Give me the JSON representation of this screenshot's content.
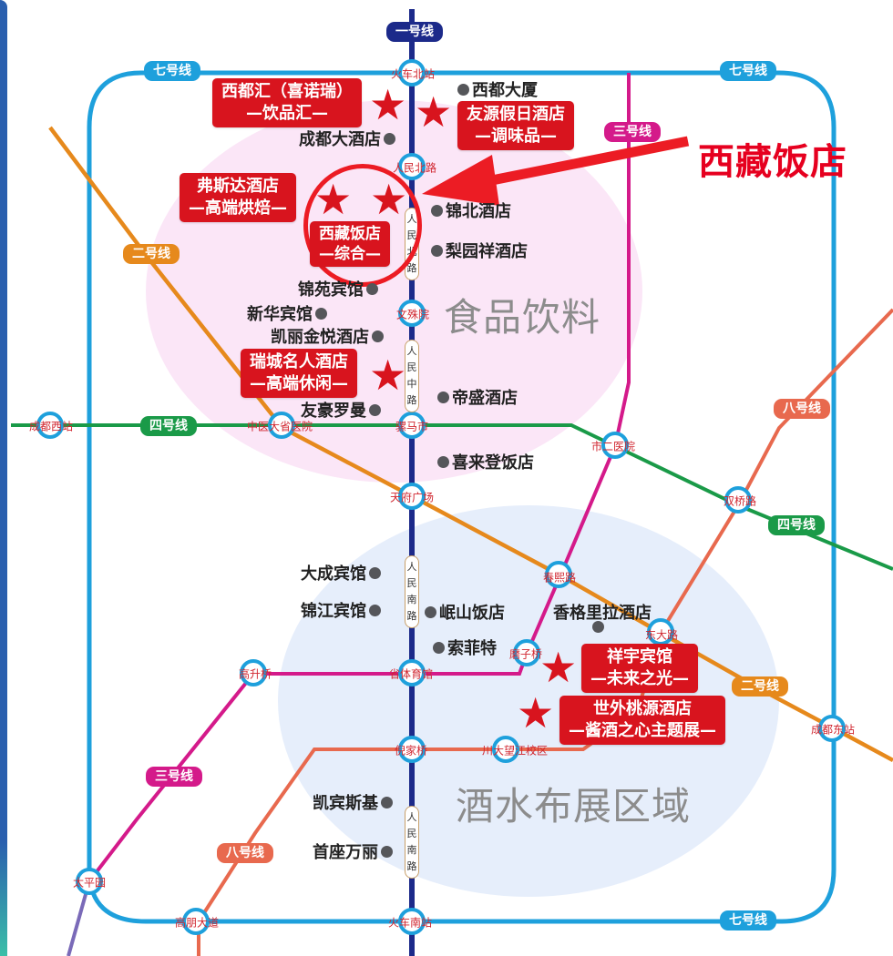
{
  "callout": {
    "title": "西藏饭店",
    "color": "#e6001f"
  },
  "zones": {
    "food": {
      "label": "食品饮料",
      "color": "#fbe6f7"
    },
    "drink": {
      "label": "酒水布展区域",
      "color": "#e6eefb"
    }
  },
  "lines": {
    "line1": {
      "label": "一号线",
      "color": "#1c2a8a"
    },
    "line2": {
      "label": "二号线",
      "color": "#e6891c"
    },
    "line3": {
      "label": "三号线",
      "color": "#d41a8a"
    },
    "line4": {
      "label": "四号线",
      "color": "#1a9a48"
    },
    "line7": {
      "label": "七号线",
      "color": "#1ea0dc"
    },
    "line8": {
      "label": "八号线",
      "color": "#e8694e"
    }
  },
  "line_tags": [
    {
      "line": "line1",
      "label": "一号线"
    },
    {
      "line": "line7",
      "label": "七号线"
    },
    {
      "line": "line7",
      "label": "七号线"
    },
    {
      "line": "line3",
      "label": "三号线"
    },
    {
      "line": "line2",
      "label": "二号线"
    },
    {
      "line": "line4",
      "label": "四号线"
    },
    {
      "line": "line8",
      "label": "八号线"
    },
    {
      "line": "line4",
      "label": "四号线"
    },
    {
      "line": "line2",
      "label": "二号线"
    },
    {
      "line": "line3",
      "label": "三号线"
    },
    {
      "line": "line8",
      "label": "八号线"
    },
    {
      "line": "line7",
      "label": "七号线"
    }
  ],
  "stations": [
    {
      "name": "火车北站"
    },
    {
      "name": "人民北路"
    },
    {
      "name": "文殊院"
    },
    {
      "name": "骡马市"
    },
    {
      "name": "天府广场"
    },
    {
      "name": "省体育馆"
    },
    {
      "name": "倪家桥"
    },
    {
      "name": "火车南站"
    },
    {
      "name": "成都西站"
    },
    {
      "name": "中医大省医院"
    },
    {
      "name": "市二医院"
    },
    {
      "name": "双桥路"
    },
    {
      "name": "春熙路"
    },
    {
      "name": "东大路"
    },
    {
      "name": "成都东站"
    },
    {
      "name": "磨子桥"
    },
    {
      "name": "高升桥"
    },
    {
      "name": "川大望江校区"
    },
    {
      "name": "太平园"
    },
    {
      "name": "高朋大道"
    }
  ],
  "roads": [
    {
      "name": "人民北路",
      "chars": [
        "人",
        "民",
        "北",
        "路"
      ]
    },
    {
      "name": "人民中路",
      "chars": [
        "人",
        "民",
        "中",
        "路"
      ]
    },
    {
      "name": "人民南路",
      "chars": [
        "人",
        "民",
        "南",
        "路"
      ]
    },
    {
      "name": "人民南路",
      "chars": [
        "人",
        "民",
        "南",
        "路"
      ]
    }
  ],
  "venues": [
    {
      "name": "西都汇（喜诺瑞）",
      "theme": "—饮品汇—"
    },
    {
      "name": "友源假日酒店",
      "theme": "—调味品—"
    },
    {
      "name": "弗斯达酒店",
      "theme": "—高端烘焙—"
    },
    {
      "name": "西藏饭店",
      "theme": "—综合—"
    },
    {
      "name": "瑞城名人酒店",
      "theme": "—高端休闲—"
    },
    {
      "name": "祥宇宾馆",
      "theme": "—未来之光—"
    },
    {
      "name": "世外桃源酒店",
      "theme": "—酱酒之心主题展—"
    }
  ],
  "hotels": [
    {
      "name": "西都大厦"
    },
    {
      "name": "成都大酒店"
    },
    {
      "name": "锦北酒店"
    },
    {
      "name": "梨园祥酒店"
    },
    {
      "name": "锦苑宾馆"
    },
    {
      "name": "新华宾馆"
    },
    {
      "name": "凯丽金悦酒店"
    },
    {
      "name": "友豪罗曼"
    },
    {
      "name": "帝盛酒店"
    },
    {
      "name": "喜来登饭店"
    },
    {
      "name": "大成宾馆"
    },
    {
      "name": "锦江宾馆"
    },
    {
      "name": "岷山饭店"
    },
    {
      "name": "香格里拉酒店"
    },
    {
      "name": "索菲特"
    },
    {
      "name": "凯宾斯基"
    },
    {
      "name": "首座万丽"
    }
  ],
  "icons": {
    "star": "★",
    "venue_marker": "star-icon",
    "hotel_marker": "dot-icon"
  }
}
